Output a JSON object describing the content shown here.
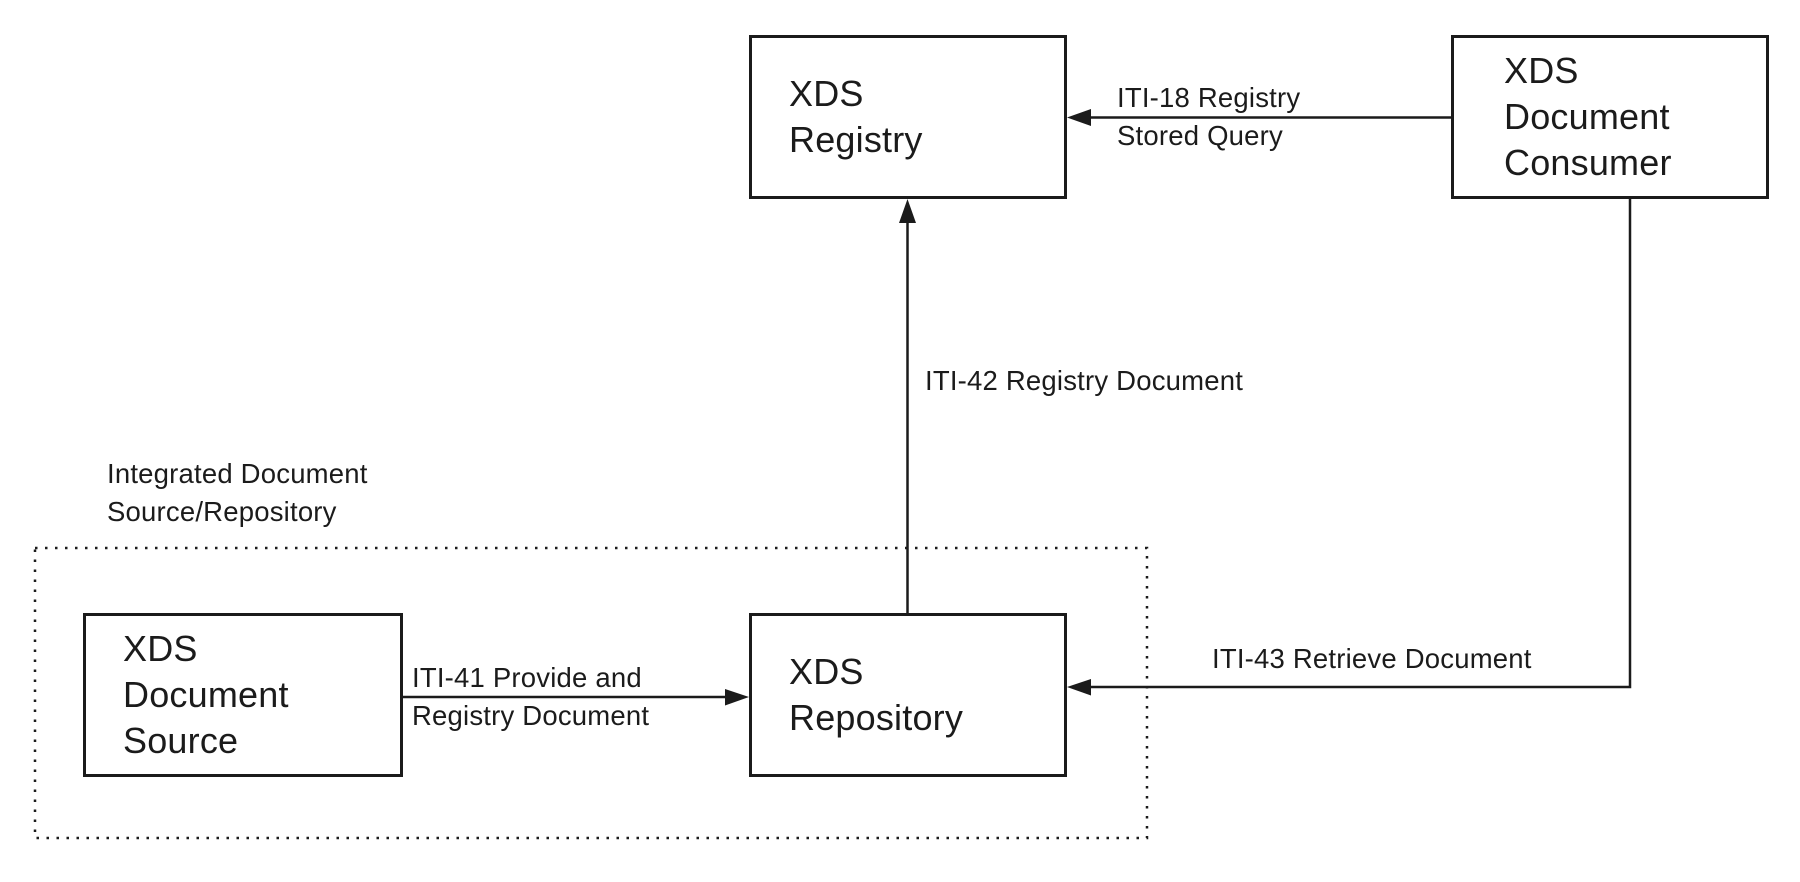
{
  "diagram": {
    "nodes": [
      {
        "id": "xds-registry",
        "label": "XDS\nRegistry"
      },
      {
        "id": "xds-document-consumer",
        "label": "XDS\nDocument\nConsumer"
      },
      {
        "id": "xds-document-source",
        "label": "XDS\nDocument\nSource"
      },
      {
        "id": "xds-repository",
        "label": "XDS\nRepository"
      }
    ],
    "edges": [
      {
        "id": "iti-18",
        "label": "ITI-18 Registry\nStored Query",
        "from": "xds-document-consumer",
        "to": "xds-registry"
      },
      {
        "id": "iti-42",
        "label": "ITI-42 Registry Document",
        "from": "xds-repository",
        "to": "xds-registry"
      },
      {
        "id": "iti-41",
        "label": "ITI-41 Provide and\nRegistry Document",
        "from": "xds-document-source",
        "to": "xds-repository"
      },
      {
        "id": "iti-43",
        "label": "ITI-43 Retrieve Document",
        "from": "xds-document-consumer",
        "to": "xds-repository"
      }
    ],
    "group": {
      "label": "Integrated Document\nSource/Repository",
      "members": [
        "xds-document-source",
        "xds-repository"
      ]
    },
    "colors": {
      "line": "#1b1b1b",
      "text": "#1b1b1b",
      "background": "#ffffff"
    }
  }
}
